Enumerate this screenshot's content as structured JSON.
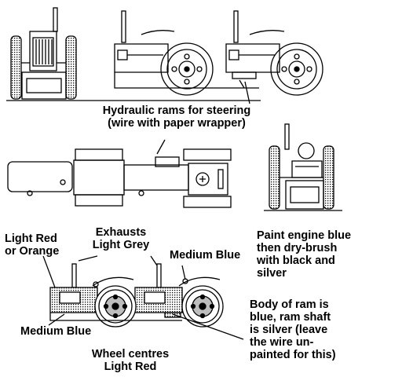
{
  "labels": {
    "hydraulic_rams": [
      "Hydraulic rams for steering",
      "(wire with paper wrapper)"
    ],
    "paint_engine": [
      "Paint engine blue",
      "then dry-brush",
      "with black and",
      "silver"
    ],
    "light_red_or_orange": [
      "Light Red",
      "or Orange"
    ],
    "exhausts": [
      "Exhausts",
      "Light Grey"
    ],
    "medium_blue_top": "Medium Blue",
    "medium_blue_bottom": "Medium Blue",
    "body_of_ram": [
      "Body of ram is",
      "blue, ram shaft",
      "is silver (leave",
      "the wire un-",
      "painted for this)"
    ],
    "wheel_centres": [
      "Wheel centres",
      "Light Red"
    ]
  },
  "colors": {
    "ink": "#000000",
    "background": "#ffffff",
    "stipple": "#b5b5b5"
  }
}
